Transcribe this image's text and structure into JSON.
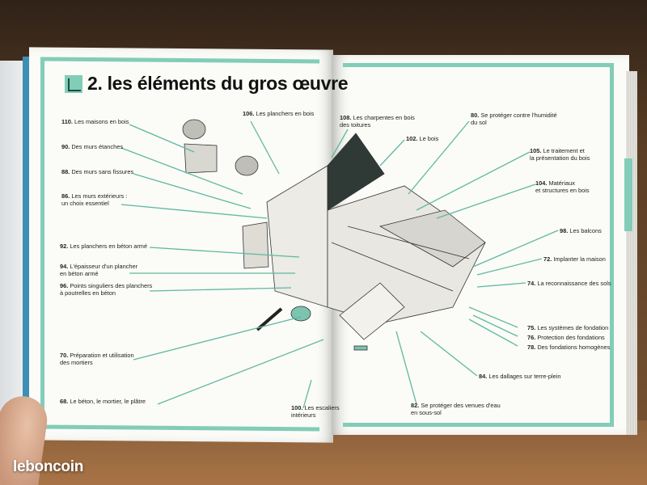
{
  "heading": {
    "number": "2.",
    "title": "les éléments du gros œuvre"
  },
  "left_labels": [
    {
      "num": "110.",
      "text": "Les maisons en bois"
    },
    {
      "num": "90.",
      "text": "Des murs étanches"
    },
    {
      "num": "88.",
      "text": "Des murs sans fissures"
    },
    {
      "num": "86.",
      "text": "Les murs extérieurs :\nun choix essentiel"
    },
    {
      "num": "92.",
      "text": "Les planchers en béton armé"
    },
    {
      "num": "94.",
      "text": "L'épaisseur d'un plancher\nen béton armé"
    },
    {
      "num": "96.",
      "text": "Points singuliers des planchers\nà poutrelles en béton"
    },
    {
      "num": "70.",
      "text": "Préparation et utilisation\ndes mortiers"
    },
    {
      "num": "68.",
      "text": "Le béton, le mortier, le plâtre"
    },
    {
      "num": "106.",
      "text": "Les planchers en bois"
    },
    {
      "num": "100.",
      "text": "Les escaliers\nintérieurs"
    }
  ],
  "right_labels": [
    {
      "num": "108.",
      "text": "Les charpentes en bois\ndes toitures"
    },
    {
      "num": "102.",
      "text": "Le bois"
    },
    {
      "num": "80.",
      "text": "Se protéger contre l'humidité\ndu sol"
    },
    {
      "num": "105.",
      "text": "Le traitement et\nla présentation du bois"
    },
    {
      "num": "104.",
      "text": "Matériaux\net structures en bois"
    },
    {
      "num": "98.",
      "text": "Les balcons"
    },
    {
      "num": "72.",
      "text": "Implanter la maison"
    },
    {
      "num": "74.",
      "text": "La reconnaissance des sols"
    },
    {
      "num": "75.",
      "text": "Les systèmes de fondation"
    },
    {
      "num": "76.",
      "text": "Protection des fondations"
    },
    {
      "num": "78.",
      "text": "Des fondations homogènes"
    },
    {
      "num": "84.",
      "text": "Les dallages sur terre-plein"
    },
    {
      "num": "82.",
      "text": "Se protéger des venues d'eau\nen sous-sol"
    }
  ],
  "watermark": "leboncoin",
  "colors": {
    "accent": "#82cdb8",
    "leader": "#5fb8a3",
    "page": "#fbfbf7"
  }
}
